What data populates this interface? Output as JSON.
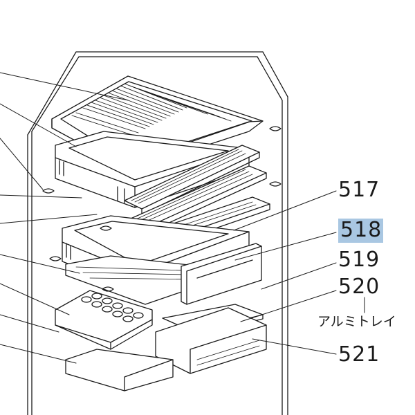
{
  "diagram": {
    "labels": [
      {
        "id": "517",
        "text": "517",
        "highlighted": false
      },
      {
        "id": "518",
        "text": "518",
        "highlighted": true
      },
      {
        "id": "519",
        "text": "519",
        "highlighted": false
      },
      {
        "id": "520",
        "text": "520",
        "highlighted": false
      },
      {
        "id": "521",
        "text": "521",
        "highlighted": false
      }
    ],
    "sub_label_520": "アルミトレイ",
    "highlight_color": "#a9c7e2",
    "line_color": "#1a1a1a"
  }
}
